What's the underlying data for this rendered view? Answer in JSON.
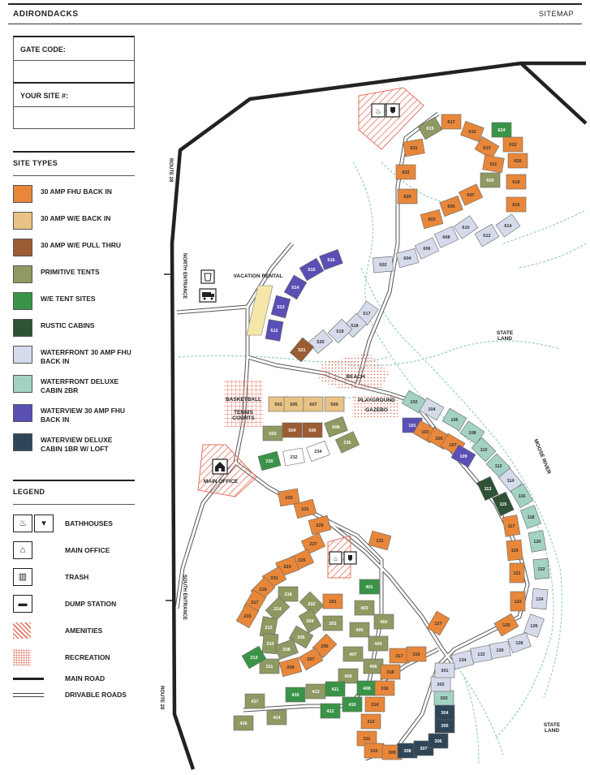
{
  "header": {
    "title": "ADIRONDACKS",
    "right": "SITEMAP"
  },
  "fields": {
    "gate_code": "GATE CODE:",
    "your_site": "YOUR SITE #:"
  },
  "site_types": {
    "title": "SITE TYPES",
    "items": [
      {
        "label": "30 AMP FHU BACK IN",
        "color": "#e8873a"
      },
      {
        "label": "30 AMP W/E BACK IN",
        "color": "#e9c385"
      },
      {
        "label": "30 AMP W/E PULL THRU",
        "color": "#9b5c33"
      },
      {
        "label": "PRIMITIVE TENTS",
        "color": "#8e9a62"
      },
      {
        "label": "W/E TENT SITES",
        "color": "#3a9447"
      },
      {
        "label": "RUSTIC CABINS",
        "color": "#2f5234"
      },
      {
        "label": "WATERFRONT 30 AMP FHU BACK IN",
        "color": "#d6dbec"
      },
      {
        "label": "WATERFRONT DELUXE CABIN 2BR",
        "color": "#a3d2c5"
      },
      {
        "label": "WATERVIEW 30 AMP FHU BACK IN",
        "color": "#5a4fb5"
      },
      {
        "label": "WATERVIEW DELUXE CABIN 1BR W/ LOFT",
        "color": "#2e4658"
      }
    ]
  },
  "legend": {
    "title": "LEGEND",
    "bathhouses": "BATHHOUSES",
    "main_office": "MAIN OFFICE",
    "trash": "TRASH",
    "dump_station": "DUMP STATION",
    "amenities": "AMENITIES",
    "recreation": "RECREATION",
    "main_road": "MAIN ROAD",
    "drivable_roads": "DRIVABLE ROADS"
  },
  "map_labels": {
    "route_top": "ROUTE 28",
    "route_bottom": "ROUTE 28",
    "north_entrance": "NORTH ENTRANCE",
    "south_entrance": "SOUTH ENTRANCE",
    "vacation_rental": "VACATION RENTAL",
    "basketball": "BASKETBALL",
    "tennis_1": "TENNIS",
    "tennis_2": "COURTS",
    "main_office": "MAIN OFFICE",
    "beach": "BEACH",
    "playground": "PLAYGROUND",
    "gazebo": "GAZEBO",
    "state_land_1a": "STATE",
    "state_land_1b": "LAND",
    "state_land_2a": "STATE",
    "state_land_2b": "LAND",
    "moose_river": "MOOSE RIVER"
  },
  "sites": [
    {
      "n": "619",
      "t": "primitive"
    },
    {
      "n": "617",
      "t": "fhu"
    },
    {
      "n": "615",
      "t": "fhu"
    },
    {
      "n": "613",
      "t": "fhu"
    },
    {
      "n": "624",
      "t": "tent"
    },
    {
      "n": "621",
      "t": "fhu"
    },
    {
      "n": "622",
      "t": "fhu"
    },
    {
      "n": "611",
      "t": "fhu"
    },
    {
      "n": "620",
      "t": "fhu"
    },
    {
      "n": "623",
      "t": "fhu"
    },
    {
      "n": "609",
      "t": "primitive"
    },
    {
      "n": "618",
      "t": "fhu"
    },
    {
      "n": "625",
      "t": "fhu"
    },
    {
      "n": "607",
      "t": "fhu"
    },
    {
      "n": "605",
      "t": "fhu"
    },
    {
      "n": "616",
      "t": "fhu"
    },
    {
      "n": "603",
      "t": "fhu"
    },
    {
      "n": "610",
      "t": "wf"
    },
    {
      "n": "614",
      "t": "wf"
    },
    {
      "n": "608",
      "t": "wf"
    },
    {
      "n": "612",
      "t": "wf"
    },
    {
      "n": "606",
      "t": "wf"
    },
    {
      "n": "604",
      "t": "wf"
    },
    {
      "n": "602",
      "t": "wf"
    },
    {
      "n": "516",
      "t": "wv"
    },
    {
      "n": "515",
      "t": "wv"
    },
    {
      "n": "514",
      "t": "wv"
    },
    {
      "n": "513",
      "t": "wv"
    },
    {
      "n": "512",
      "t": "wv"
    },
    {
      "n": "517",
      "t": "wf"
    },
    {
      "n": "518",
      "t": "wf"
    },
    {
      "n": "519",
      "t": "wf"
    },
    {
      "n": "520",
      "t": "wf"
    },
    {
      "n": "521",
      "t": "pull"
    },
    {
      "n": "503",
      "t": "we"
    },
    {
      "n": "505",
      "t": "we"
    },
    {
      "n": "507",
      "t": "we"
    },
    {
      "n": "509",
      "t": "we"
    },
    {
      "n": "502",
      "t": "primitive"
    },
    {
      "n": "504",
      "t": "pull"
    },
    {
      "n": "506",
      "t": "pull"
    },
    {
      "n": "508",
      "t": "primitive"
    },
    {
      "n": "230",
      "t": "tent"
    },
    {
      "n": "232",
      "t": "white"
    },
    {
      "n": "234",
      "t": "white"
    },
    {
      "n": "236",
      "t": "primitive"
    },
    {
      "n": "102",
      "t": "wfc"
    },
    {
      "n": "104",
      "t": "wf"
    },
    {
      "n": "106",
      "t": "wfc"
    },
    {
      "n": "108",
      "t": "wfc"
    },
    {
      "n": "110",
      "t": "wfc"
    },
    {
      "n": "112",
      "t": "wfc"
    },
    {
      "n": "114",
      "t": "wf"
    },
    {
      "n": "116",
      "t": "wfc"
    },
    {
      "n": "118",
      "t": "wfc"
    },
    {
      "n": "120",
      "t": "wfc"
    },
    {
      "n": "122",
      "t": "wfc"
    },
    {
      "n": "124",
      "t": "wf"
    },
    {
      "n": "126",
      "t": "wf"
    },
    {
      "n": "128",
      "t": "wf"
    },
    {
      "n": "130",
      "t": "wf"
    },
    {
      "n": "132",
      "t": "wf"
    },
    {
      "n": "134",
      "t": "wf"
    },
    {
      "n": "101",
      "t": "wv"
    },
    {
      "n": "103",
      "t": "fhu"
    },
    {
      "n": "105",
      "t": "fhu"
    },
    {
      "n": "107",
      "t": "fhu"
    },
    {
      "n": "109",
      "t": "wv"
    },
    {
      "n": "113",
      "t": "rustic"
    },
    {
      "n": "115",
      "t": "rustic"
    },
    {
      "n": "117",
      "t": "fhu"
    },
    {
      "n": "119",
      "t": "fhu"
    },
    {
      "n": "121",
      "t": "fhu"
    },
    {
      "n": "123",
      "t": "fhu"
    },
    {
      "n": "125",
      "t": "fhu"
    },
    {
      "n": "127",
      "t": "fhu"
    },
    {
      "n": "131",
      "t": "fhu"
    },
    {
      "n": "233",
      "t": "fhu"
    },
    {
      "n": "231",
      "t": "fhu"
    },
    {
      "n": "229",
      "t": "fhu"
    },
    {
      "n": "227",
      "t": "fhu"
    },
    {
      "n": "225",
      "t": "fhu"
    },
    {
      "n": "223",
      "t": "fhu"
    },
    {
      "n": "221",
      "t": "fhu"
    },
    {
      "n": "219",
      "t": "fhu"
    },
    {
      "n": "217",
      "t": "fhu"
    },
    {
      "n": "215",
      "t": "fhu"
    },
    {
      "n": "218",
      "t": "primitive"
    },
    {
      "n": "214",
      "t": "primitive"
    },
    {
      "n": "202",
      "t": "primitive"
    },
    {
      "n": "204",
      "t": "primitive"
    },
    {
      "n": "212",
      "t": "primitive"
    },
    {
      "n": "206",
      "t": "primitive"
    },
    {
      "n": "210",
      "t": "primitive"
    },
    {
      "n": "208",
      "t": "primitive"
    },
    {
      "n": "201",
      "t": "fhu"
    },
    {
      "n": "203",
      "t": "primitive"
    },
    {
      "n": "205",
      "t": "fhu"
    },
    {
      "n": "207",
      "t": "fhu"
    },
    {
      "n": "209",
      "t": "fhu"
    },
    {
      "n": "211",
      "t": "primitive"
    },
    {
      "n": "213",
      "t": "tent"
    },
    {
      "n": "401",
      "t": "tent"
    },
    {
      "n": "403",
      "t": "primitive"
    },
    {
      "n": "402",
      "t": "primitive"
    },
    {
      "n": "405",
      "t": "primitive"
    },
    {
      "n": "404",
      "t": "primitive"
    },
    {
      "n": "407",
      "t": "primitive"
    },
    {
      "n": "406",
      "t": "primitive"
    },
    {
      "n": "409",
      "t": "primitive"
    },
    {
      "n": "408",
      "t": "tent"
    },
    {
      "n": "411",
      "t": "tent"
    },
    {
      "n": "413",
      "t": "primitive"
    },
    {
      "n": "415",
      "t": "tent"
    },
    {
      "n": "410",
      "t": "tent"
    },
    {
      "n": "412",
      "t": "tent"
    },
    {
      "n": "417",
      "t": "primitive"
    },
    {
      "n": "414",
      "t": "primitive"
    },
    {
      "n": "416",
      "t": "primitive"
    },
    {
      "n": "317",
      "t": "fhu"
    },
    {
      "n": "319",
      "t": "fhu"
    },
    {
      "n": "318",
      "t": "fhu"
    },
    {
      "n": "316",
      "t": "fhu"
    },
    {
      "n": "314",
      "t": "fhu"
    },
    {
      "n": "313",
      "t": "fhu"
    },
    {
      "n": "311",
      "t": "fhu"
    },
    {
      "n": "310",
      "t": "fhu"
    },
    {
      "n": "309",
      "t": "fhu"
    },
    {
      "n": "308",
      "t": "wvc"
    },
    {
      "n": "307",
      "t": "wvc"
    },
    {
      "n": "306",
      "t": "wvc"
    },
    {
      "n": "305",
      "t": "wvc"
    },
    {
      "n": "304",
      "t": "wvc"
    },
    {
      "n": "303",
      "t": "wfc"
    },
    {
      "n": "302",
      "t": "wf"
    },
    {
      "n": "301",
      "t": "wf"
    }
  ],
  "colors": {
    "fhu": "#e8873a",
    "we": "#e9c385",
    "pull": "#9b5c33",
    "primitive": "#8e9a62",
    "tent": "#3a9447",
    "rustic": "#2f5234",
    "wf": "#d6dbec",
    "wfc": "#a3d2c5",
    "wv": "#5a4fb5",
    "wvc": "#2e4658",
    "white": "#ffffff",
    "amenity": "#e4715f",
    "water": "#9fd3c4",
    "vacation": "#f6e7a8"
  }
}
